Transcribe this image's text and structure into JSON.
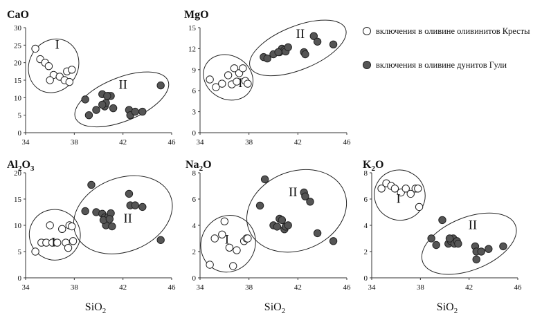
{
  "panels": [
    {
      "title": "CaO",
      "xlabel": "",
      "xticks": [
        "34",
        "38",
        "42",
        "46"
      ],
      "yticks": [
        "0",
        "5",
        "10",
        "15",
        "20",
        "25",
        "30"
      ],
      "group_labels": [
        "I",
        "II"
      ]
    },
    {
      "title": "MgO",
      "xlabel": "",
      "xticks": [
        "34",
        "38",
        "42",
        "46"
      ],
      "yticks": [
        "0",
        "3",
        "6",
        "9",
        "12",
        "15"
      ],
      "group_labels": [
        "I",
        "II"
      ]
    },
    {
      "title": "Al2O3",
      "xlabel": "SiO2",
      "xticks": [
        "34",
        "38",
        "42",
        "46"
      ],
      "yticks": [
        "0",
        "5",
        "10",
        "15",
        "20"
      ],
      "group_labels": [
        "I",
        "II"
      ]
    },
    {
      "title": "Na2O",
      "xlabel": "SiO2",
      "xticks": [
        "34",
        "38",
        "42",
        "46"
      ],
      "yticks": [
        "0",
        "2",
        "4",
        "6",
        "8"
      ],
      "group_labels": [
        "I",
        "II"
      ]
    },
    {
      "title": "K2O",
      "xlabel": "SiO2",
      "xticks": [
        "34",
        "38",
        "42",
        "46"
      ],
      "yticks": [
        "0",
        "2",
        "4",
        "6",
        "8"
      ],
      "group_labels": [
        "I",
        "II"
      ]
    }
  ],
  "legend": {
    "items": [
      {
        "label": "включения в оливине оливинитов Кресты",
        "fill": "#ffffff"
      },
      {
        "label": "включения в оливине дунитов Гули",
        "fill": "#555555"
      }
    ]
  },
  "colors": {
    "open_marker": "#ffffff",
    "filled_marker": "#555555",
    "outline": "#222222"
  },
  "chart_data": [
    {
      "type": "scatter",
      "title": "CaO",
      "xlabel": "",
      "ylabel": "CaO",
      "xlim": [
        34,
        46
      ],
      "ylim": [
        0,
        30
      ],
      "series": [
        {
          "name": "включения в оливине оливинитов Кресты",
          "x": [
            34.8,
            35.2,
            35.6,
            35.9,
            36.3,
            36.8,
            37.2,
            37.4,
            37.6,
            37.8,
            36.0
          ],
          "y": [
            24.0,
            21.0,
            20.0,
            19.0,
            16.5,
            16.0,
            15.0,
            17.5,
            14.5,
            18.0,
            15.0
          ]
        },
        {
          "name": "включения в оливине дунитов Гули",
          "x": [
            38.9,
            39.2,
            39.8,
            40.3,
            40.5,
            40.6,
            40.8,
            41.0,
            41.2,
            42.5,
            42.6,
            43.0,
            43.6,
            45.1,
            40.7,
            40.3
          ],
          "y": [
            9.5,
            5.0,
            6.5,
            11.0,
            7.5,
            8.5,
            10.5,
            10.5,
            7.0,
            6.5,
            5.0,
            6.0,
            6.0,
            13.5,
            10.5,
            8.0
          ]
        }
      ],
      "ellipses": [
        {
          "label": "I",
          "cx": 36.3,
          "cy": 19.1,
          "rx": 2.0,
          "ry": 7.9
        },
        {
          "label": "II",
          "cx": 41.9,
          "cy": 9.5,
          "rx": 4.1,
          "ry": 6.2
        }
      ]
    },
    {
      "type": "scatter",
      "title": "MgO",
      "xlabel": "",
      "ylabel": "MgO",
      "xlim": [
        34,
        46
      ],
      "ylim": [
        0,
        15
      ],
      "series": [
        {
          "name": "включения в оливине оливинитов Кресты",
          "x": [
            34.8,
            35.3,
            35.8,
            36.3,
            36.8,
            37.2,
            37.5,
            37.7,
            37.9,
            36.6,
            37.0
          ],
          "y": [
            7.6,
            6.5,
            7.0,
            8.2,
            9.2,
            8.5,
            9.2,
            7.4,
            7.0,
            6.9,
            7.3
          ]
        },
        {
          "name": "включения в оливине дунитов Гули",
          "x": [
            39.2,
            39.5,
            40.0,
            40.5,
            40.7,
            40.9,
            41.0,
            41.2,
            42.5,
            42.6,
            43.3,
            43.6,
            44.9,
            40.4
          ],
          "y": [
            10.8,
            10.6,
            11.2,
            11.5,
            12.0,
            11.8,
            11.6,
            12.2,
            11.5,
            11.2,
            13.8,
            13.0,
            12.6,
            11.5
          ]
        }
      ],
      "ellipses": [
        {
          "label": "I",
          "cx": 36.3,
          "cy": 7.9,
          "rx": 2.1,
          "ry": 3.1
        },
        {
          "label": "II",
          "cx": 42.0,
          "cy": 12.1,
          "rx": 4.2,
          "ry": 3.1
        }
      ]
    },
    {
      "type": "scatter",
      "title": "Al2O3",
      "xlabel": "SiO2",
      "ylabel": "Al2O3",
      "xlim": [
        34,
        46
      ],
      "ylim": [
        0,
        20
      ],
      "series": [
        {
          "name": "включения в оливине оливинитов Кресты",
          "x": [
            34.8,
            35.3,
            35.7,
            36.0,
            36.2,
            36.6,
            37.0,
            37.3,
            37.5,
            37.6,
            37.8,
            37.9
          ],
          "y": [
            5.0,
            6.7,
            6.7,
            10.0,
            6.7,
            6.7,
            9.3,
            6.7,
            5.7,
            10.0,
            9.8,
            7.0
          ]
        },
        {
          "name": "включения в оливине дунитов Гули",
          "x": [
            38.9,
            39.4,
            39.8,
            40.3,
            40.5,
            40.6,
            40.8,
            41.0,
            41.1,
            42.5,
            42.6,
            43.0,
            43.6,
            45.1,
            40.4,
            40.9
          ],
          "y": [
            12.7,
            17.7,
            12.5,
            12.2,
            11.5,
            10.0,
            11.6,
            12.3,
            9.8,
            16.0,
            13.8,
            13.8,
            13.5,
            7.2,
            11.0,
            11.2
          ]
        }
      ],
      "ellipses": [
        {
          "label": "I",
          "cx": 36.4,
          "cy": 8.2,
          "rx": 2.1,
          "ry": 4.8
        },
        {
          "label": "II",
          "cx": 42.0,
          "cy": 12.0,
          "rx": 4.2,
          "ry": 7.0
        }
      ]
    },
    {
      "type": "scatter",
      "title": "Na2O",
      "xlabel": "SiO2",
      "ylabel": "Na2O",
      "xlim": [
        34,
        46
      ],
      "ylim": [
        0,
        8
      ],
      "series": [
        {
          "name": "включения в оливине оливинитов Кресты",
          "x": [
            34.8,
            35.2,
            35.8,
            36.0,
            36.4,
            37.0,
            37.6,
            37.8,
            37.9,
            36.7
          ],
          "y": [
            1.0,
            3.0,
            3.3,
            4.3,
            2.3,
            2.1,
            2.8,
            3.0,
            3.0,
            0.9
          ]
        },
        {
          "name": "включения в оливине дунитов Гули",
          "x": [
            38.9,
            39.3,
            40.0,
            40.3,
            40.5,
            40.7,
            40.9,
            41.0,
            41.2,
            42.5,
            42.6,
            43.0,
            43.6,
            44.9
          ],
          "y": [
            5.5,
            7.5,
            4.0,
            3.9,
            4.5,
            4.4,
            3.7,
            3.9,
            4.0,
            6.5,
            6.2,
            5.8,
            3.4,
            2.8
          ]
        }
      ],
      "ellipses": [
        {
          "label": "I",
          "cx": 36.3,
          "cy": 2.6,
          "rx": 2.2,
          "ry": 2.2
        },
        {
          "label": "II",
          "cx": 41.9,
          "cy": 5.1,
          "rx": 4.2,
          "ry": 3.0
        }
      ]
    },
    {
      "type": "scatter",
      "title": "K2O",
      "xlabel": "SiO2",
      "ylabel": "K2O",
      "xlim": [
        34,
        46
      ],
      "ylim": [
        0,
        8
      ],
      "series": [
        {
          "name": "включения в оливине оливинитов Кресты",
          "x": [
            34.8,
            35.2,
            35.6,
            35.9,
            36.4,
            36.8,
            37.2,
            37.6,
            37.8,
            37.9
          ],
          "y": [
            6.8,
            7.2,
            7.0,
            6.8,
            6.5,
            6.8,
            6.4,
            6.8,
            6.8,
            5.4
          ]
        },
        {
          "name": "включения в оливине дунитов Гули",
          "x": [
            38.9,
            39.3,
            39.8,
            40.3,
            40.5,
            40.7,
            40.8,
            41.0,
            41.1,
            42.5,
            42.6,
            43.0,
            43.6,
            44.8,
            42.6,
            40.4
          ],
          "y": [
            3.0,
            2.5,
            4.4,
            2.6,
            2.8,
            3.0,
            2.6,
            2.8,
            2.6,
            2.4,
            2.0,
            2.0,
            2.2,
            2.4,
            1.4,
            3.0
          ]
        }
      ],
      "ellipses": [
        {
          "label": "I",
          "cx": 36.3,
          "cy": 6.3,
          "rx": 2.1,
          "ry": 1.9
        },
        {
          "label": "II",
          "cx": 42.0,
          "cy": 2.6,
          "rx": 4.1,
          "ry": 2.0
        }
      ]
    }
  ]
}
